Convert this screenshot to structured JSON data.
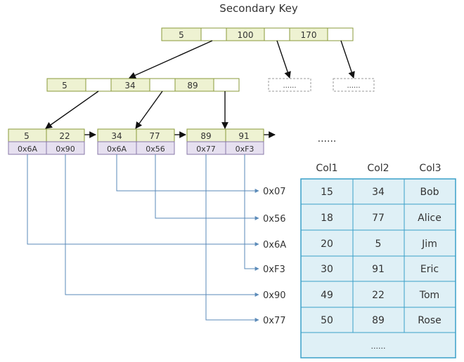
{
  "title": "Secondary Key",
  "root_keys": [
    "5",
    "100",
    "170"
  ],
  "mid_keys": [
    "5",
    "34",
    "89"
  ],
  "stub_label": "......",
  "leaves": [
    {
      "keys": [
        "5",
        "22"
      ],
      "ptrs": [
        "0x6A",
        "0x90"
      ]
    },
    {
      "keys": [
        "34",
        "77"
      ],
      "ptrs": [
        "0x6A",
        "0x56"
      ]
    },
    {
      "keys": [
        "89",
        "91"
      ],
      "ptrs": [
        "0x77",
        "0xF3"
      ]
    }
  ],
  "more_label": "......",
  "row_addresses": [
    "0x07",
    "0x56",
    "0x6A",
    "0xF3",
    "0x90",
    "0x77"
  ],
  "table": {
    "headers": [
      "Col1",
      "Col2",
      "Col3"
    ],
    "rows": [
      [
        "15",
        "34",
        "Bob"
      ],
      [
        "18",
        "77",
        "Alice"
      ],
      [
        "20",
        "5",
        "Jim"
      ],
      [
        "30",
        "91",
        "Eric"
      ],
      [
        "49",
        "22",
        "Tom"
      ],
      [
        "50",
        "89",
        "Rose"
      ]
    ],
    "footer": "......"
  },
  "colors": {
    "node_fill": "#eef2d2",
    "node_stroke": "#8a9a3a",
    "ptr_fill": "#e6e0f0",
    "ptr_stroke": "#8878a8",
    "table_fill": "#dff0f6",
    "table_stroke": "#3aa0c8",
    "link_line": "#5a8ab8",
    "tree_arrow": "#111111"
  }
}
